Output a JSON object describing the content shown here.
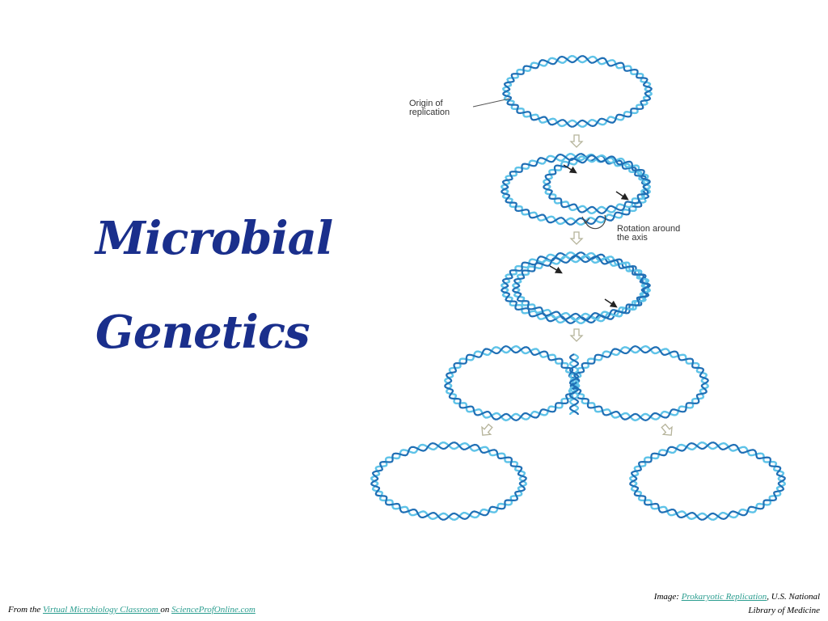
{
  "slide": {
    "title_line1": "Microbial",
    "title_line2": "Genetics"
  },
  "diagram": {
    "origin_label": [
      "Origin of",
      "replication"
    ],
    "rotation_label": [
      "Rotation around",
      "the axis"
    ]
  },
  "footer": {
    "left_prefix": "From the ",
    "left_link1": "Virtual Microbiology Classroom ",
    "left_mid": "on ",
    "left_link2": "ScienceProfOnline.com",
    "right_prefix": "Image: ",
    "right_link": "Prokaryotic Replication",
    "right_line1_suffix": ", U.S. National",
    "right_line2": "Library of Medicine"
  },
  "colors": {
    "title": "#1a2f8c",
    "dna_dark": "#1f6fb5",
    "dna_light": "#5fc3e8",
    "arrow": "#b5b39a",
    "link": "#2a9d8f"
  }
}
